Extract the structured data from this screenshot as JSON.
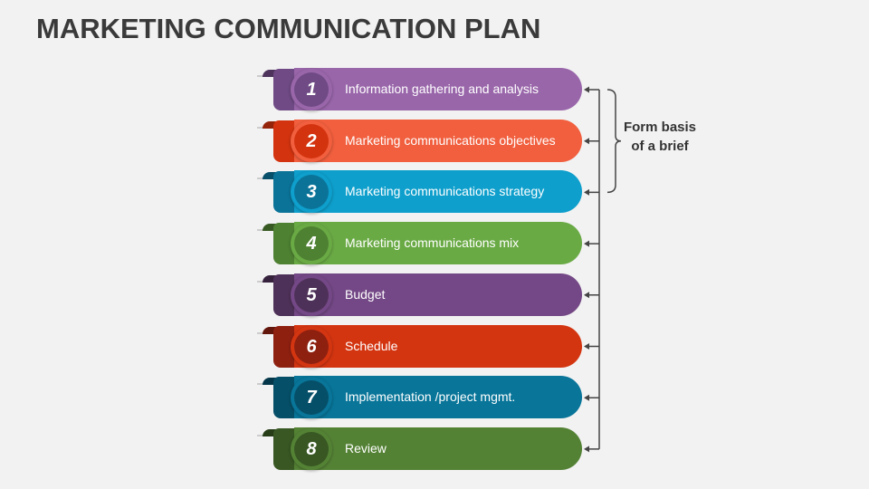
{
  "title": "MARKETING COMMUNICATION PLAN",
  "steps": [
    {
      "num": "1",
      "label": "Information gathering and analysis",
      "color": "#9966aa",
      "dark": "#6f4a84"
    },
    {
      "num": "2",
      "label": "Marketing communications objectives",
      "color": "#f15f3e",
      "dark": "#d3330f"
    },
    {
      "num": "3",
      "label": "Marketing communications strategy",
      "color": "#0e9fcc",
      "dark": "#0b7398"
    },
    {
      "num": "4",
      "label": "Marketing communications mix",
      "color": "#6aaa45",
      "dark": "#4e8132"
    },
    {
      "num": "5",
      "label": "Budget",
      "color": "#744886",
      "dark": "#4e3158"
    },
    {
      "num": "6",
      "label": "Schedule",
      "color": "#d43511",
      "dark": "#8e2010"
    },
    {
      "num": "7",
      "label": "Implementation /project mgmt.",
      "color": "#087599",
      "dark": "#064f68"
    },
    {
      "num": "8",
      "label": "Review",
      "color": "#548235",
      "dark": "#385723"
    }
  ],
  "note": {
    "line1": "Form basis",
    "line2": "of a brief"
  }
}
